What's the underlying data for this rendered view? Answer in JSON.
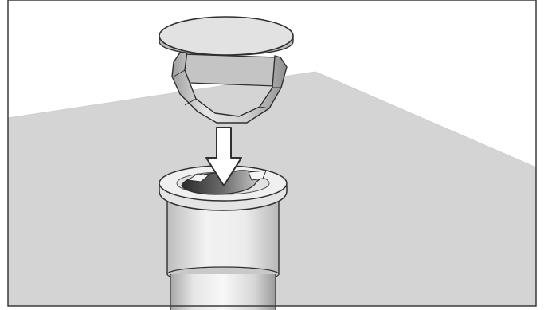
{
  "figure": {
    "kind": "installation-illustration",
    "parts": [
      "strainer-cap",
      "drain-pipe",
      "countertop"
    ],
    "arrow_direction": "down",
    "colors": {
      "background": "#ffffff",
      "frame": "#3a3a3a",
      "countertop": "#d4d4d4",
      "countertop_edge": "#c4c4c4",
      "cap_face": "#e2e2e2",
      "cap_edge": "#bdbdbd",
      "pipe_light": "#f6f6f6",
      "pipe_shadow": "#a8a8a8",
      "outline": "#2f2f2f",
      "arrow_fill": "#ffffff",
      "opening_dark": "#3a3a3a"
    }
  }
}
